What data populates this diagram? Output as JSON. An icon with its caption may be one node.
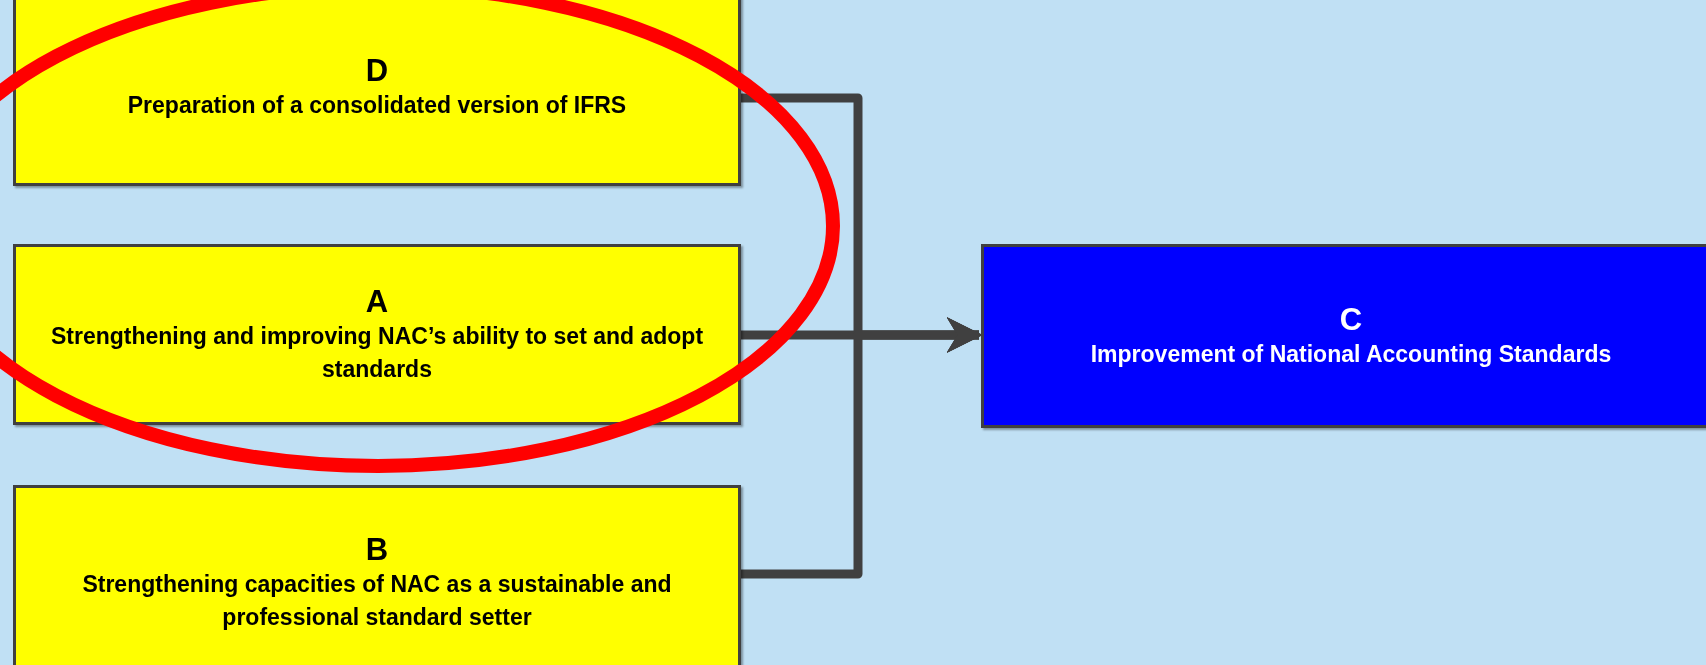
{
  "diagram": {
    "nodes": [
      {
        "text": [
          "D",
          "Preparation of a consolidated version of IFRS"
        ]
      },
      {
        "text": [
          "A",
          "Strengthening and improving NAC’s ability to set and adopt standards"
        ]
      },
      {
        "text": [
          "B",
          "Strengthening capacities of NAC as a sustainable and professional standard setter"
        ]
      },
      {
        "text": [
          "C",
          "Improvement of National Accounting Standards"
        ]
      }
    ],
    "edges": [
      {
        "from": 0,
        "to": 3,
        "arrow": "to"
      },
      {
        "from": 1,
        "to": 3,
        "arrow": "to"
      },
      {
        "from": 2,
        "to": 3,
        "arrow": "to"
      }
    ]
  }
}
